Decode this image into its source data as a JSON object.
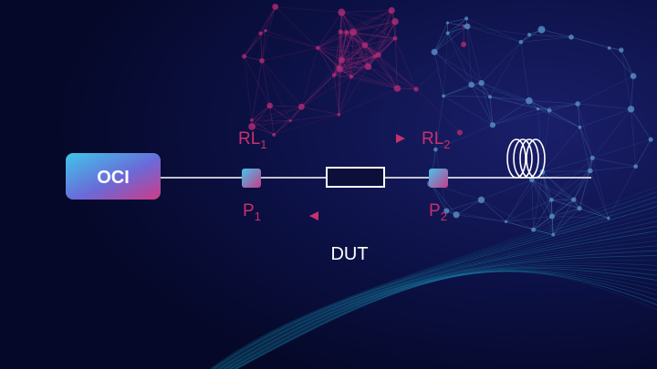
{
  "oci": {
    "label": "OCI"
  },
  "points": [
    {
      "main": "RL",
      "sub": "1",
      "role": "reflection-label"
    },
    {
      "main": "RL",
      "sub": "2",
      "role": "reflection-label"
    },
    {
      "main": "P",
      "sub": "1",
      "role": "port-label"
    },
    {
      "main": "P",
      "sub": "2",
      "role": "port-label"
    }
  ],
  "dut": {
    "label": "DUT"
  },
  "colors": {
    "background": "#070a33",
    "accent_magenta": "#c8306e",
    "accent_cyan": "#3cc8e6",
    "line": "#ffffff"
  }
}
